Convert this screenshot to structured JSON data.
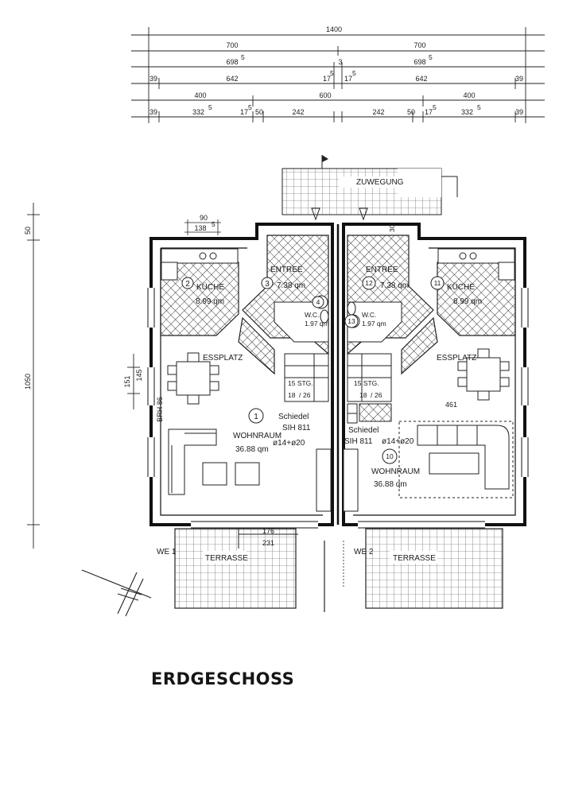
{
  "plan_title": "ERDGESCHOSS",
  "dims_top": {
    "row1": "1400",
    "row2": [
      "700",
      "700"
    ],
    "row3": [
      "698",
      "5",
      "3",
      "698",
      "5"
    ],
    "row4": [
      "39",
      "642",
      "17",
      "5",
      "17",
      "5",
      "642",
      "39"
    ],
    "row5": [
      "400",
      "600",
      "400"
    ],
    "row6": [
      "39",
      "332",
      "5",
      "17",
      "5",
      "50",
      "242",
      "242",
      "50",
      "17",
      "5",
      "332",
      "5",
      "39"
    ]
  },
  "dims_left": {
    "overall": "1050",
    "top": "50",
    "window_a": "151",
    "window_b": "145",
    "brh": "BRH 86"
  },
  "dims_kitchen_window": {
    "a": "90",
    "b": "138",
    "c": "5"
  },
  "dims_misc": {
    "right_dim": "461",
    "terrace_a": "176",
    "terrace_b": "231",
    "entry_dim": "30"
  },
  "zuwegung": "ZUWEGUNG",
  "units": {
    "left": {
      "label": "WE 1",
      "terrace": "TERRASSE"
    },
    "right": {
      "label": "WE 2",
      "terrace": "TERRASSE"
    }
  },
  "rooms": {
    "kueche_l": {
      "num": "2",
      "name": "KÜCHE",
      "area": "8.99 qm"
    },
    "entree_l": {
      "num": "3",
      "name": "ENTREE",
      "area": "7.38 qm"
    },
    "wc_l": {
      "num": "4",
      "name": "W.C.",
      "area": "1.97 qm"
    },
    "wohn_l": {
      "num": "1",
      "name": "WOHNRAUM",
      "area": "36.88 qm"
    },
    "ess_l": {
      "name": "ESSPLATZ"
    },
    "stairs_l": {
      "a": "15 STG.",
      "b": "18",
      "c": "/",
      "d": "26"
    },
    "chimney_l": {
      "a": "Schiedel",
      "b": "SIH 811",
      "c": "ø14+ø20"
    },
    "entree_r": {
      "num": "12",
      "name": "ENTREE",
      "area": "7.38 qm"
    },
    "wc_r": {
      "num": "13",
      "name": "W.C.",
      "area": "1.97 qm"
    },
    "kueche_r": {
      "num": "11",
      "name": "KÜCHE",
      "area": "8.99 qm"
    },
    "wohn_r": {
      "num": "10",
      "name": "WOHNRAUM",
      "area": "36.88 qm"
    },
    "ess_r": {
      "name": "ESSPLATZ"
    },
    "stairs_r": {
      "a": "15 STG.",
      "b": "18",
      "c": "/",
      "d": "26"
    },
    "chimney_r": {
      "a": "Schiedel",
      "b": "SIH 811",
      "c": "ø14+ø20"
    }
  }
}
